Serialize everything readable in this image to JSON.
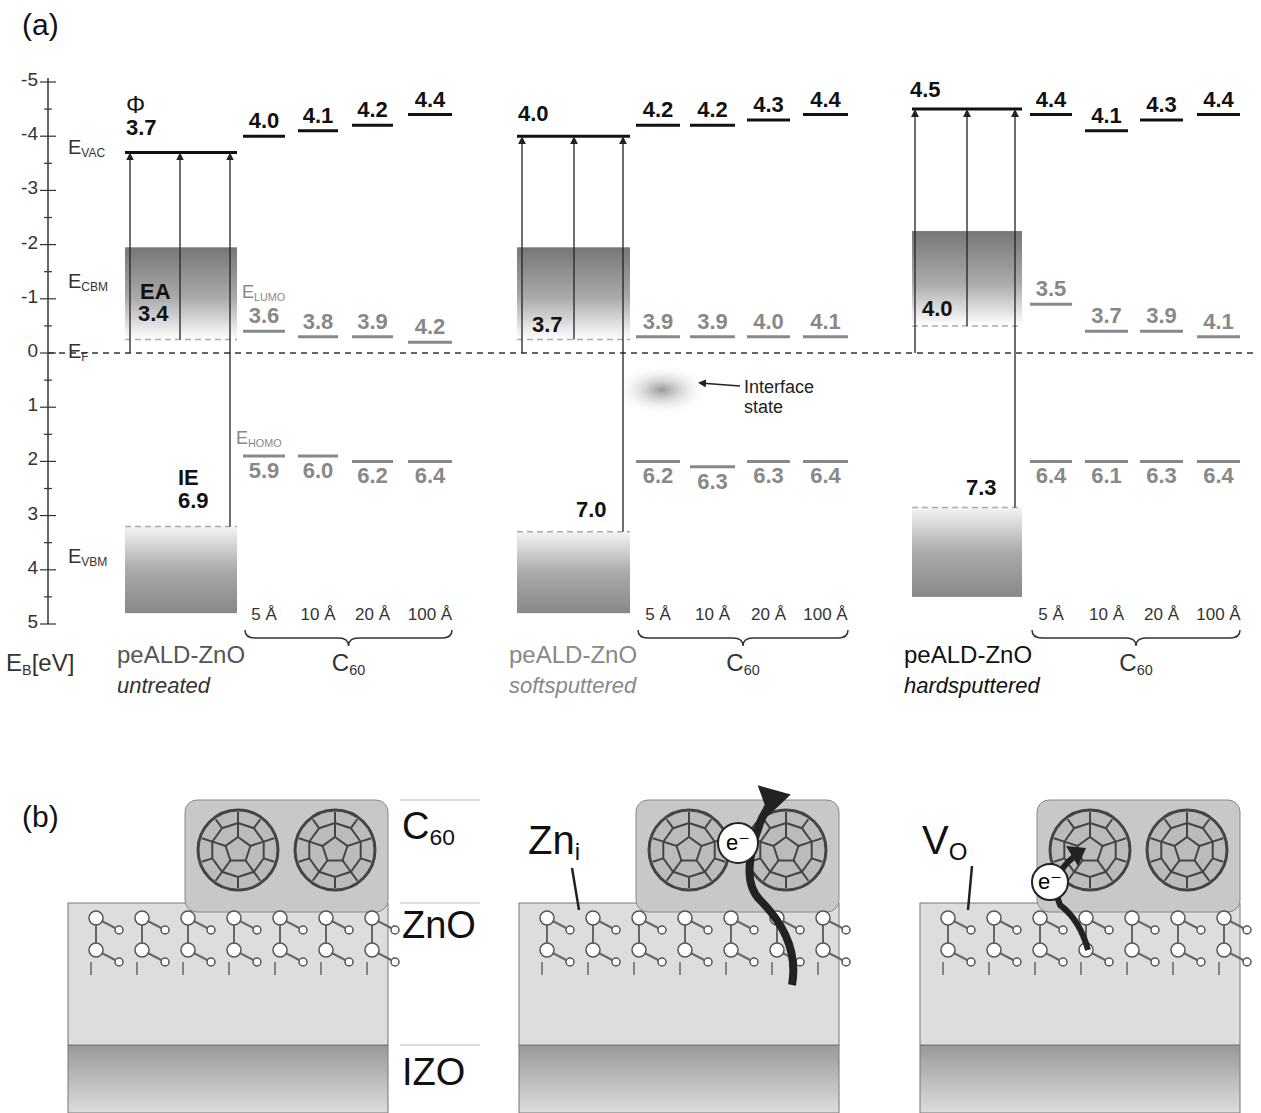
{
  "diagram": {
    "nodes": [
      {
        "text": [
          "e⁻"
        ]
      },
      {
        "text": [
          "e⁻"
        ]
      }
    ],
    "labels": [
      "(a)",
      "-5",
      "-4",
      "-3",
      "-2",
      "-1",
      "0",
      "1",
      "2",
      "3",
      "4",
      "5",
      "EB[eV]",
      "Φ",
      "3.7",
      "EVAC",
      "ECBM",
      "EA",
      "3.4",
      "EF",
      "ELUMO",
      "EHOMO",
      "IE",
      "6.9",
      "EVBM",
      "4.0",
      "4.1",
      "4.2",
      "4.4",
      "3.6",
      "3.8",
      "3.9",
      "4.2",
      "5.9",
      "6.0",
      "6.2",
      "6.4",
      "5 Å",
      "10 Å",
      "20 Å",
      "100 Å",
      "peALD-ZnO",
      "untreated",
      "C60",
      "4.0",
      "3.7",
      "7.0",
      "4.2",
      "4.2",
      "4.3",
      "4.4",
      "3.9",
      "3.9",
      "4.0",
      "4.1",
      "6.2",
      "6.3",
      "6.3",
      "6.4",
      "Interface state",
      "5 Å",
      "10 Å",
      "20 Å",
      "100 Å",
      "peALD-ZnO",
      "softsputtered",
      "C60",
      "4.5",
      "4.0",
      "7.3",
      "4.4",
      "4.1",
      "4.3",
      "4.4",
      "3.5",
      "3.7",
      "3.9",
      "4.1",
      "6.4",
      "6.1",
      "6.3",
      "6.4",
      "5 Å",
      "10 Å",
      "20 Å",
      "100 Å",
      "peALD-ZnO",
      "hardsputtered",
      "C60",
      "(b)",
      "C60",
      "ZnO",
      "IZO",
      "Zni",
      "VO"
    ]
  }
}
